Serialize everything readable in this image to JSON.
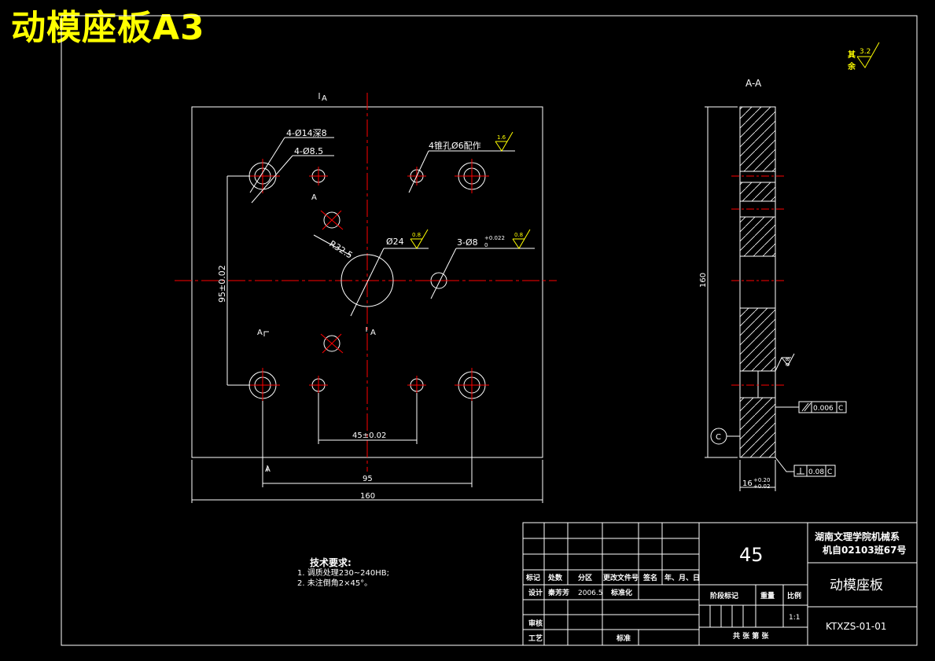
{
  "drawing_title": "动模座板A3",
  "roughness_note": {
    "label_line1": "其",
    "label_line2": "余",
    "value": "3.2"
  },
  "plan_view": {
    "section_mark_top": "A",
    "section_mark_left": "A",
    "section_mark_center": "A",
    "section_mark_bottom": "A",
    "section_mark_upper": "A",
    "callouts": {
      "counterbore": "4-Ø14深8",
      "through_hole": "4-Ø8.5",
      "taper_pin": "4锥孔Ø6配作",
      "taper_pin_roughness": "1.6",
      "center_hole": "Ø24",
      "center_hole_roughness": "0.8",
      "pin_holes": "3-Ø8",
      "pin_holes_tol_upper": "+0.022",
      "pin_holes_tol_lower": "0",
      "pin_holes_roughness": "0.8",
      "radius": "R32.5"
    },
    "dimensions": {
      "vertical": "95±0.02",
      "horizontal_inner": "45±0.02",
      "horizontal_mid": "95",
      "overall_width": "160"
    }
  },
  "section_view": {
    "title": "A-A",
    "height_dim": "160",
    "thickness_base": "16",
    "thickness_tol_upper": "+0.20",
    "thickness_tol_lower": "+0.02",
    "datum": "C",
    "side_roughness": "0.8",
    "parallelism_value": "0.006",
    "parallelism_datum": "C",
    "perpendicularity_value": "0.08",
    "perpendicularity_datum": "C"
  },
  "tech_requirements": {
    "heading": "技术要求:",
    "item1": "1. 调质处理230~240HB;",
    "item2": "2. 未注倒角2×45°。"
  },
  "title_block": {
    "material": "45",
    "school_line1": "湖南文理学院机械系",
    "school_line2": "机自02103班67号",
    "part_name": "动模座板",
    "drawing_no": "KTXZS-01-01",
    "col_mark": "标记",
    "col_count": "处数",
    "col_zone": "分区",
    "col_doc": "更改文件号",
    "col_sign": "签名",
    "col_date": "年、月、日",
    "design": "设计",
    "designer": "秦芳芳",
    "design_date": "2006.5",
    "standardize": "标准化",
    "stage_mark": "阶段标记",
    "weight": "重量",
    "scale": "比例",
    "scale_value": "1:1",
    "review": "审核",
    "process": "工艺",
    "approve": "标准",
    "sheets": "共  张  第  张"
  }
}
